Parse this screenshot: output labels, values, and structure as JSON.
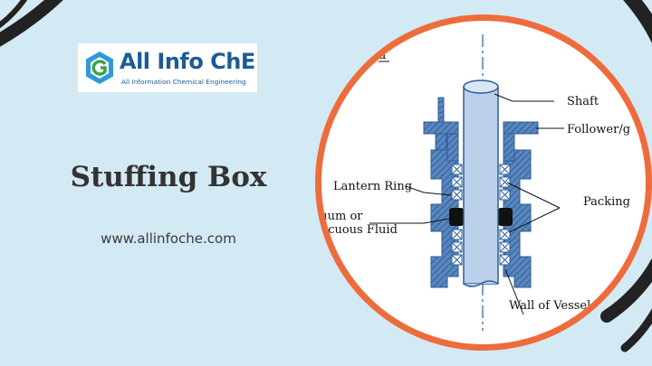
{
  "logo": {
    "title": "All Info ChE",
    "subtitle": "All Information Chemical Engineering"
  },
  "slide": {
    "title": "Stuffing Box",
    "url": "www.allinfoche.com"
  },
  "diagram": {
    "labels": {
      "shaft": "Shaft",
      "follower": "Follower/g",
      "lantern_ring": "Lantern Ring",
      "packing": "Packing",
      "vacuum_line1": "cuum or",
      "vacuum_line2": "nocuous Fluid",
      "wall": "Wall of Vessel",
      "top_fragment": "d"
    }
  },
  "colors": {
    "background": "#d3e9f4",
    "accent": "#ee6c3c",
    "brand": "#1a5c96",
    "diagram": "#2c5f99"
  }
}
